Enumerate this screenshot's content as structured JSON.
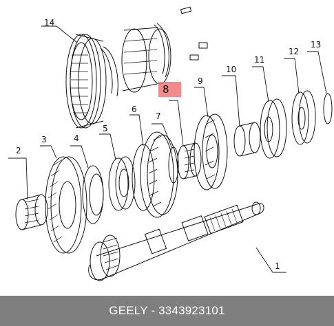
{
  "callouts": {
    "c1": "1",
    "c2": "2",
    "c3": "3",
    "c4": "4",
    "c5": "5",
    "c6": "6",
    "c7": "7",
    "c8": "8",
    "c9": "9",
    "c10": "10",
    "c11": "11",
    "c12": "12",
    "c13": "13",
    "c14": "14"
  },
  "highlighted_part": "8",
  "footer": {
    "caption": "GEELY - 3343923101"
  },
  "colors": {
    "footer_bg": "#7f7f7f",
    "highlight": "#f07878",
    "line": "#111111"
  }
}
